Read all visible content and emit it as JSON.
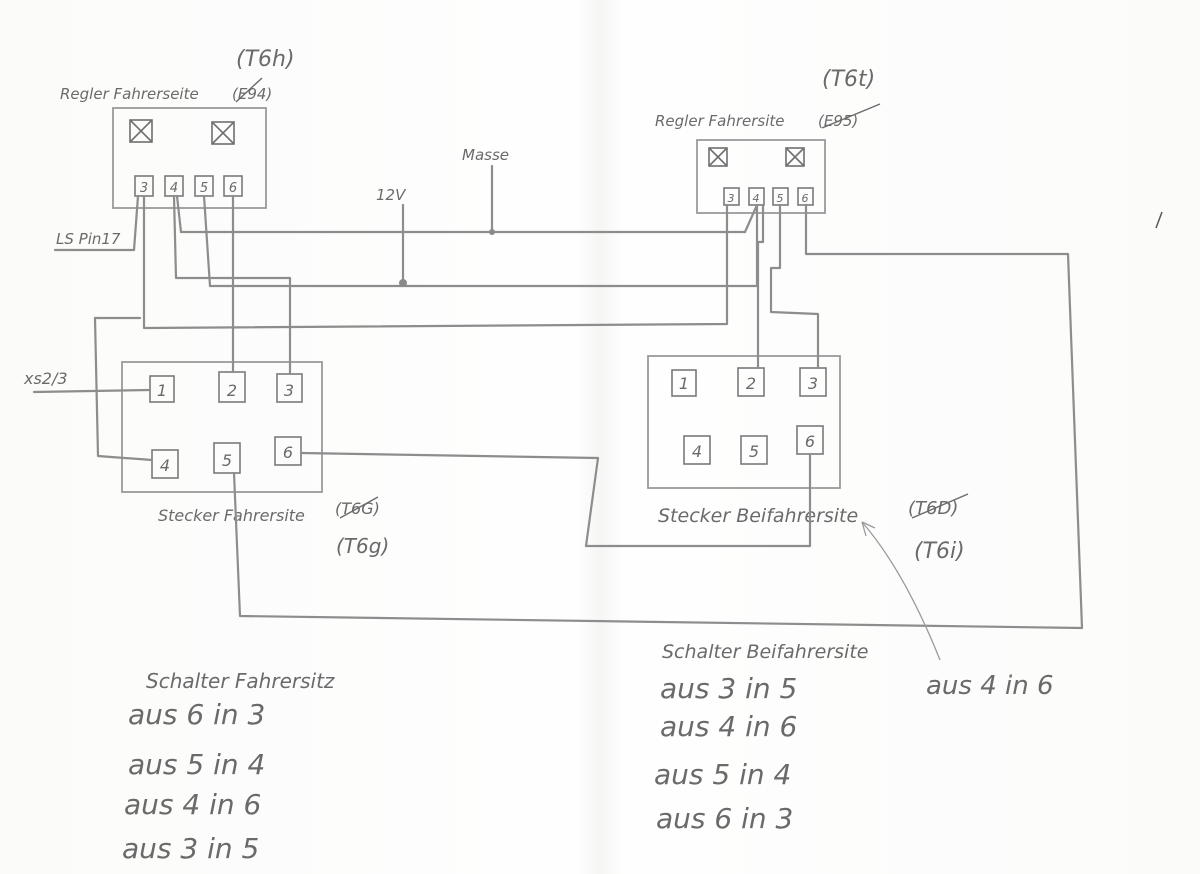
{
  "regulators": {
    "left": {
      "label": "Regler Fahrerseite",
      "old_code": "(E94)",
      "code": "(T6h)",
      "pins": [
        "3",
        "4",
        "5",
        "6"
      ]
    },
    "right": {
      "label": "Regler Fahrersite",
      "old_code": "(E95)",
      "code": "(T6t)",
      "pins": [
        "3",
        "4",
        "5",
        "6"
      ]
    }
  },
  "connectors": {
    "left": {
      "label": "Stecker Fahrersite",
      "old_code": "(T6G)",
      "code": "(T6g)",
      "pins": [
        "1",
        "2",
        "3",
        "4",
        "5",
        "6"
      ]
    },
    "right": {
      "label": "Stecker Beifahrersite",
      "old_code": "(T6D)",
      "code": "(T6i)",
      "pins": [
        "1",
        "2",
        "3",
        "4",
        "5",
        "6"
      ]
    }
  },
  "wire_labels": {
    "ground": "Masse",
    "supply": "12V",
    "ls_pin": "LS Pin17",
    "xs": "xs2/3"
  },
  "switch_left": {
    "title": "Schalter Fahrersitz",
    "lines": [
      "aus 6 in 3",
      "aus 5 in 4",
      "aus 4 in 6",
      "aus 3 in 5"
    ]
  },
  "switch_right": {
    "title": "Schalter Beifahrersite",
    "lines": [
      "aus 3 in 5",
      "aus 4 in 6",
      "aus 5 in 4",
      "aus 6 in 3"
    ]
  },
  "annotation": "aus 4 in 6"
}
